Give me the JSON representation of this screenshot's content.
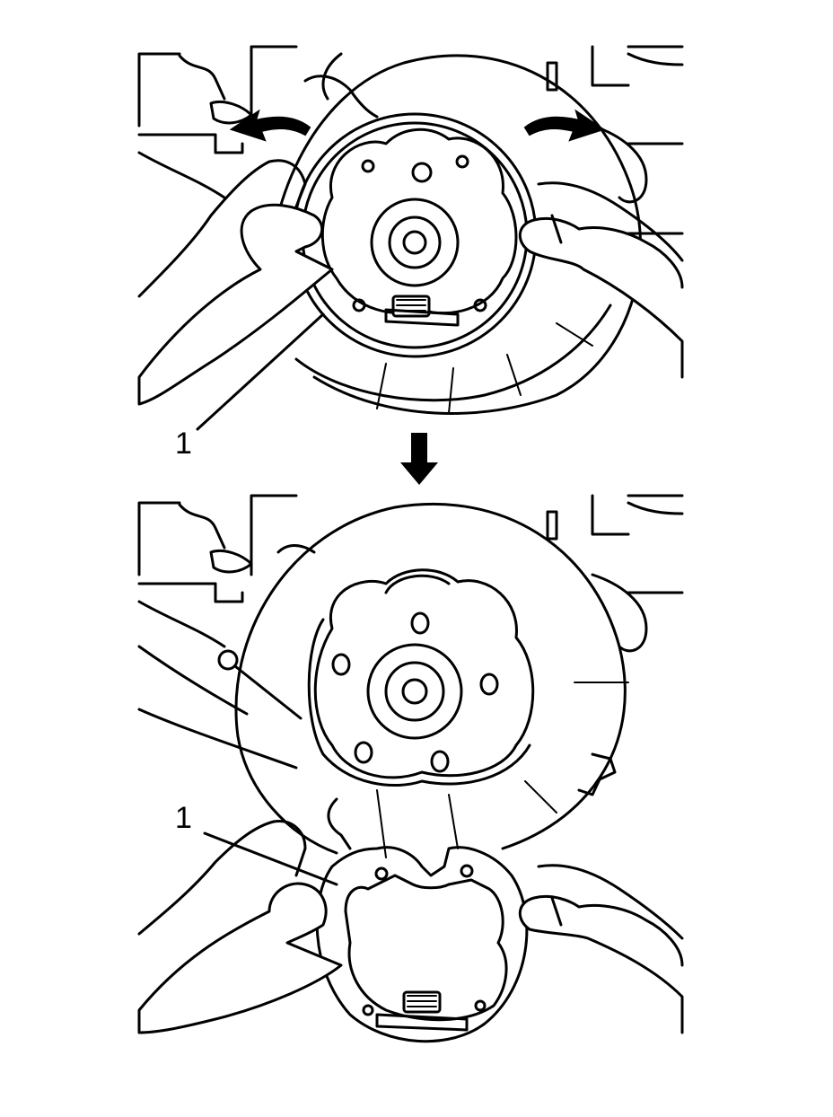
{
  "figure": {
    "callouts": [
      {
        "id": "top",
        "label": "1"
      },
      {
        "id": "bottom",
        "label": "1"
      }
    ],
    "icons": [
      "rotate-arrow-left-icon",
      "rotate-arrow-right-icon",
      "step-arrow-down-icon"
    ]
  }
}
